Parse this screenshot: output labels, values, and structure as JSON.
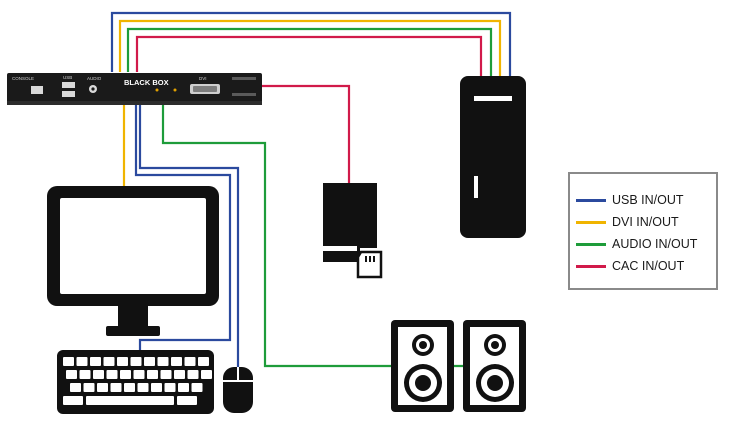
{
  "kvm": {
    "brand": "BLACK BOX",
    "labels": [
      "CONSOLE",
      "USB",
      "AUDIO",
      "DVI"
    ]
  },
  "legend": {
    "items": [
      {
        "label": "USB IN/OUT",
        "color": "#2b4a9e"
      },
      {
        "label": "DVI IN/OUT",
        "color": "#f0b400"
      },
      {
        "label": "AUDIO IN/OUT",
        "color": "#1e9c3a"
      },
      {
        "label": "CAC IN/OUT",
        "color": "#d11a4a"
      }
    ]
  },
  "colors": {
    "usb": "#2b4a9e",
    "dvi": "#f0b400",
    "audio": "#1e9c3a",
    "cac": "#d11a4a",
    "device": "#111111"
  },
  "icons": [
    "kvm-switch-icon",
    "pc-tower-icon",
    "monitor-icon",
    "keyboard-icon",
    "mouse-icon",
    "cac-reader-icon",
    "sd-card-icon",
    "speaker-icon"
  ]
}
